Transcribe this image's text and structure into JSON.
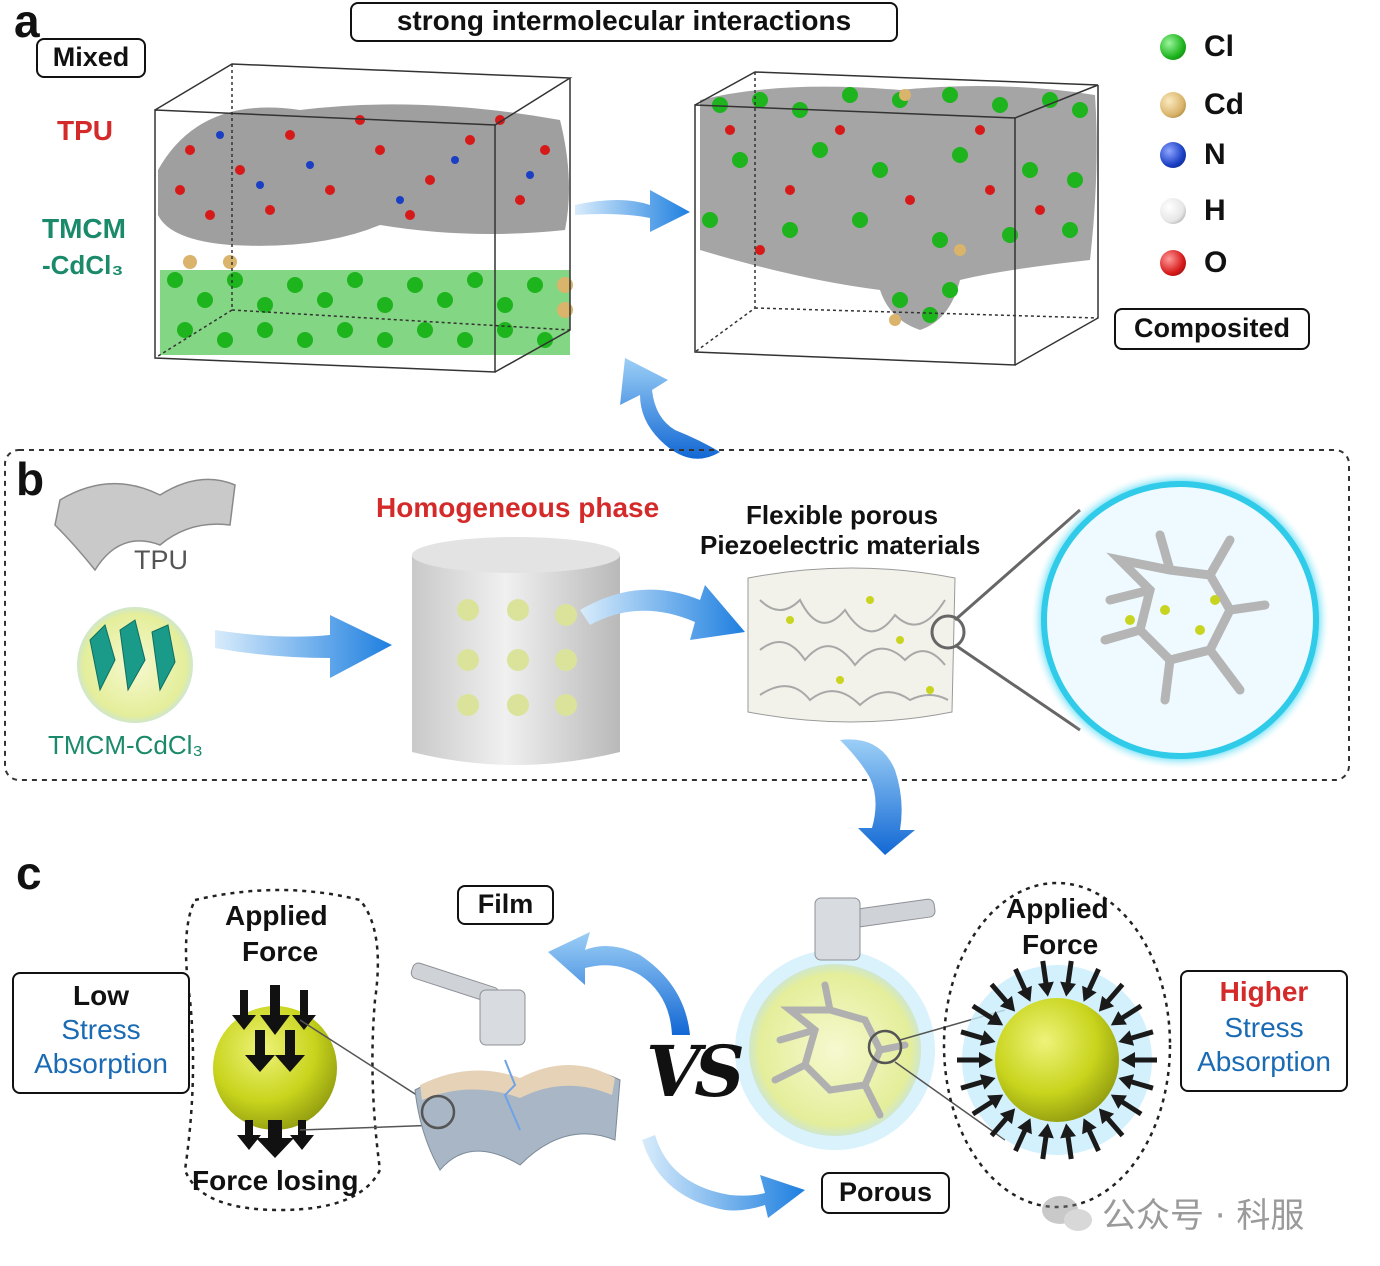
{
  "panel_a": {
    "letter": "a",
    "title": "strong  intermolecular interactions",
    "mixed_label": "Mixed",
    "tpu_label": "TPU",
    "tmcm_line1": "TMCM",
    "tmcm_line2": "-CdCl₃",
    "composited_label": "Composited",
    "legend": [
      {
        "label": "Cl",
        "color": "#1db41d"
      },
      {
        "label": "Cd",
        "color": "#d9b46a"
      },
      {
        "label": "N",
        "color": "#1a3fc4"
      },
      {
        "label": "H",
        "color": "#e6e6e6"
      },
      {
        "label": "O",
        "color": "#d61a1a"
      }
    ]
  },
  "panel_b": {
    "letter": "b",
    "tpu_label": "TPU",
    "tmcm_label": "TMCM-CdCl₃",
    "homogeneous_label": "Homogeneous phase",
    "flexible_line1": "Flexible porous",
    "flexible_line2": "Piezoelectric materials"
  },
  "panel_c": {
    "letter": "c",
    "film_label": "Film",
    "porous_label": "Porous",
    "vs_label": "VS",
    "left_applied_line1": "Applied",
    "left_applied_line2": "Force",
    "force_losing": "Force losing",
    "low_line1": "Low",
    "low_line2": "Stress",
    "low_line3": "Absorption",
    "right_applied_line1": "Applied",
    "right_applied_line2": "Force",
    "higher_line1": "Higher",
    "higher_line2": "Stress",
    "higher_line3": "Absorption"
  },
  "watermark": "公众号 · 科服",
  "colors": {
    "red_label": "#d42a2a",
    "teal_label": "#1a8a6a",
    "blue_label": "#1a6ab4",
    "arrow_blue": "#2a8ae6",
    "yellow_green": "#c8d420"
  }
}
